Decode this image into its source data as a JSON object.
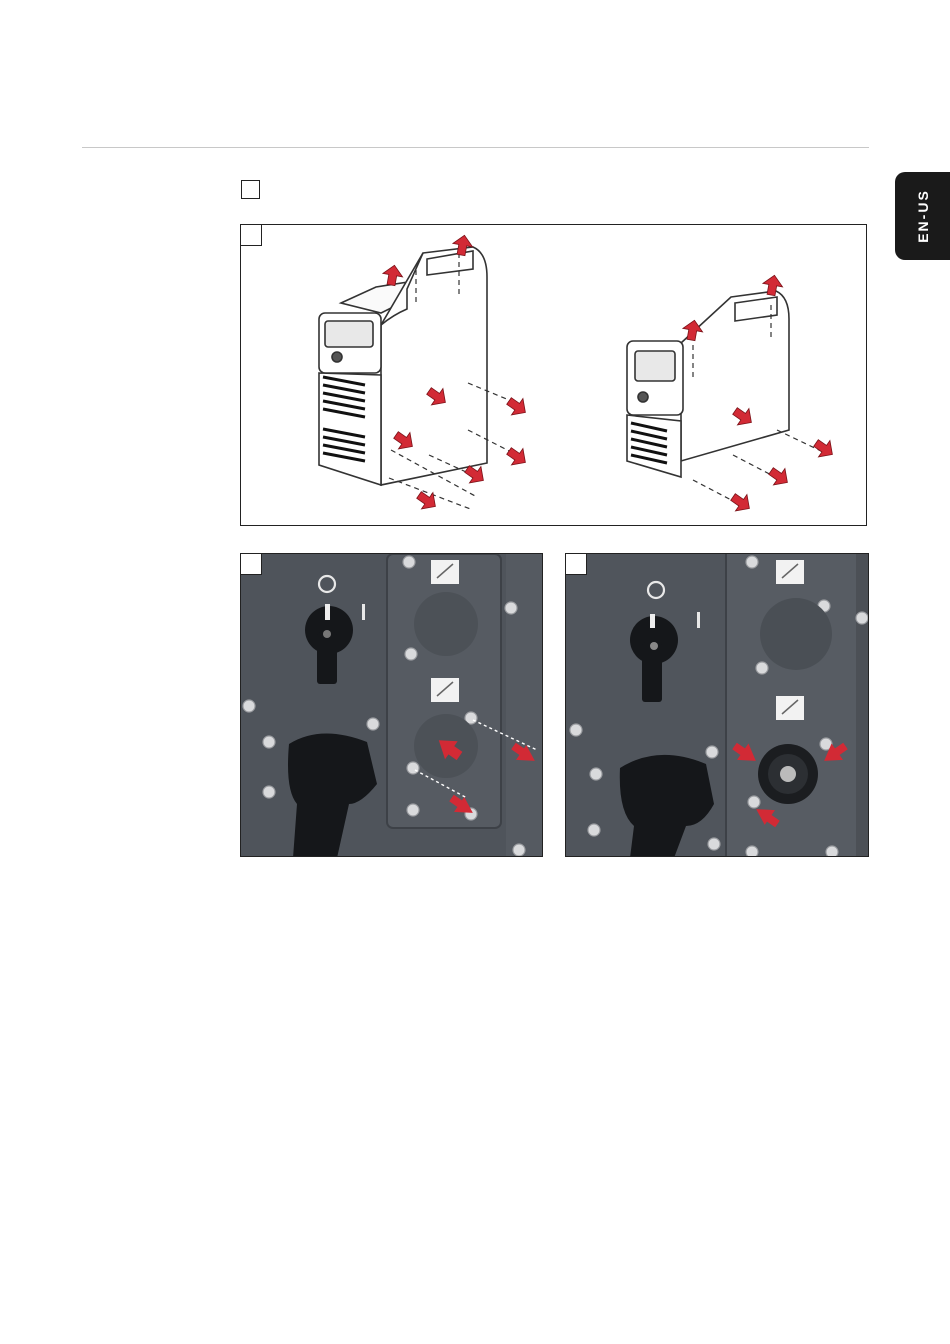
{
  "header": {
    "language_tab": "EN-US"
  },
  "figures": {
    "switch_labels": {
      "off": "O",
      "on": "I"
    }
  },
  "colors": {
    "arrow": "#d22a35",
    "tab": "#1a1a1a",
    "panel": "#4f545b"
  },
  "icons": [
    "arrow-icon",
    "direction-arrow-icon"
  ]
}
